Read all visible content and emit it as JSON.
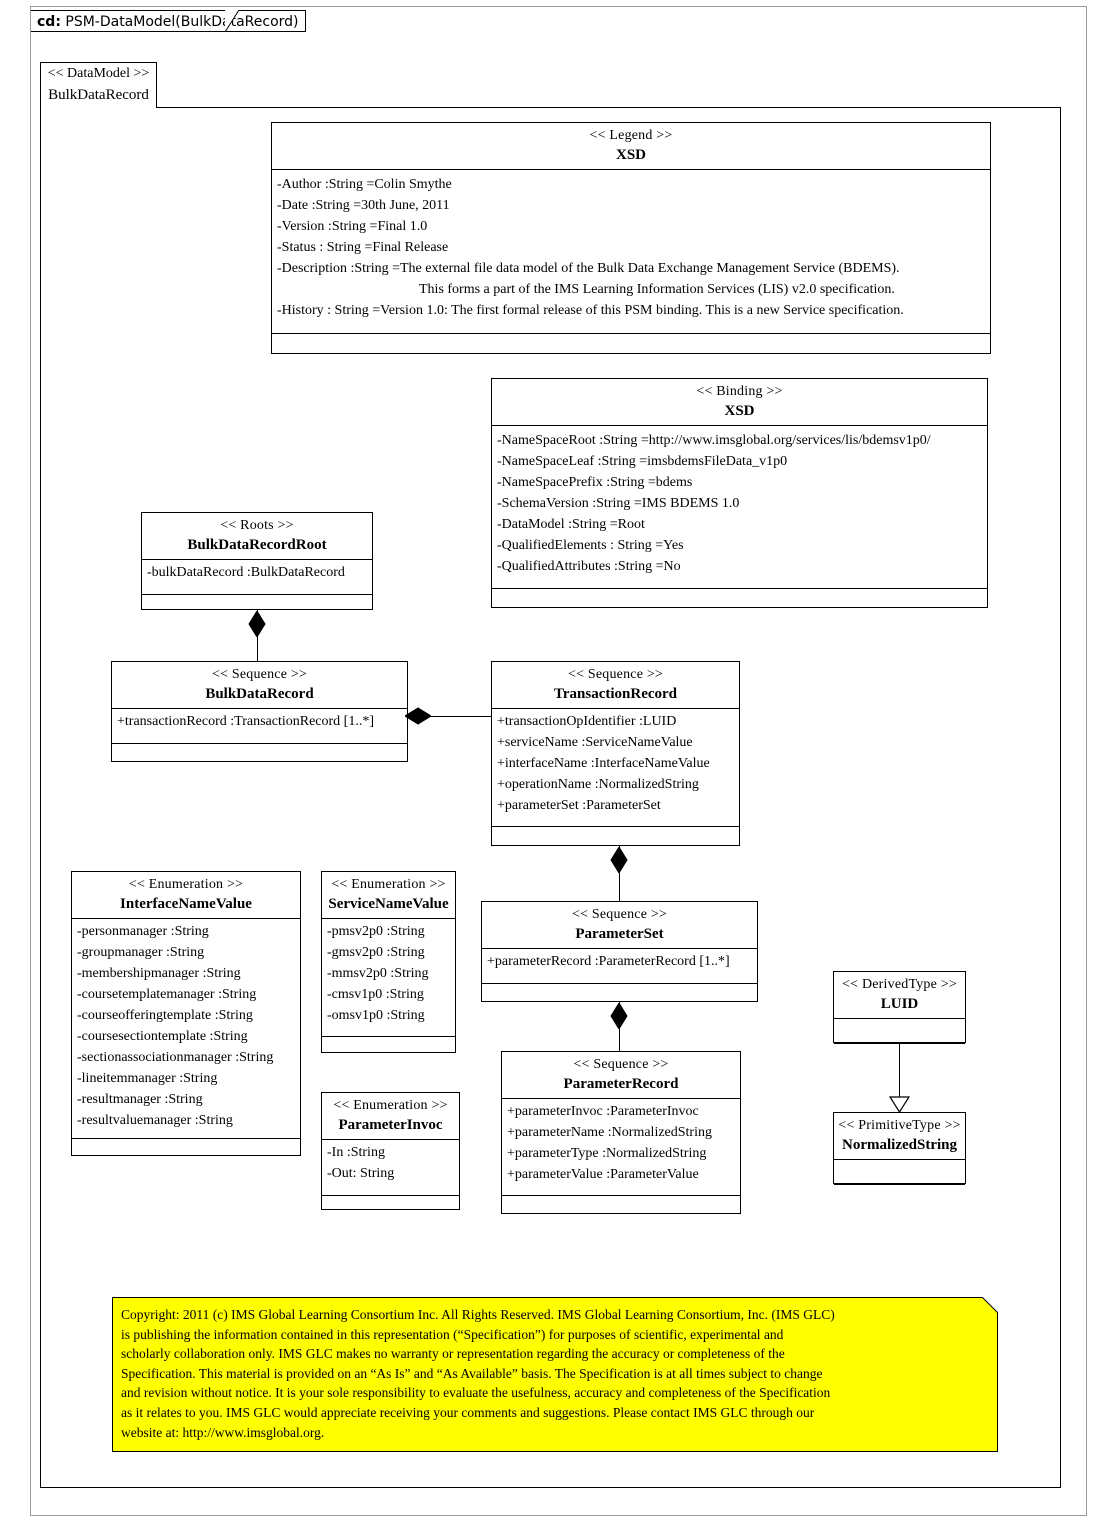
{
  "diagram": {
    "tab_prefix": "cd:",
    "tab_title": "PSM-DataModel(BulkDataRecord)",
    "package": {
      "stereotype": "<< DataModel >>",
      "name": "BulkDataRecord"
    }
  },
  "colors": {
    "note_fill": "#ffff00",
    "line": "#000000",
    "frame": "#9a9a9a"
  },
  "legend": {
    "stereotype": "<< Legend >>",
    "name": "XSD",
    "attributes": [
      "-Author :String =Colin Smythe",
      "-Date :String =30th June, 2011",
      "-Version :String =Final 1.0",
      "-Status : String =Final Release",
      "-Description  :String =The external file data model of the Bulk Data Exchange Management Service (BDEMS).",
      "This forms a part of the IMS Learning Information Services (LIS) v2.0 specification.",
      "-History : String =Version 1.0: The first formal release of this PSM binding.  This is a new Service specification."
    ]
  },
  "binding": {
    "stereotype": "<< Binding  >>",
    "name": "XSD",
    "attributes": [
      "-NameSpaceRoot :String =http://www.imsglobal.org/services/lis/bdemsv1p0/",
      "-NameSpaceLeaf :String =imsbdemsFileData_v1p0",
      "-NameSpacePrefix  :String =bdems",
      "-SchemaVersion  :String =IMS BDEMS 1.0",
      "-DataModel :String =Root",
      "-QualifiedElements    : String =Yes",
      "-QualifiedAttributes    :String =No"
    ]
  },
  "classes": {
    "bulk_data_record_root": {
      "stereotype": "<< Roots >>",
      "name": "BulkDataRecordRoot",
      "attributes": [
        "-bulkDataRecord :BulkDataRecord"
      ]
    },
    "bulk_data_record": {
      "stereotype": "<< Sequence >>",
      "name": "BulkDataRecord",
      "attributes": [
        "+transactionRecord :TransactionRecord  [1..*]"
      ]
    },
    "transaction_record": {
      "stereotype": "<< Sequence >>",
      "name": "TransactionRecord",
      "attributes": [
        "+transactionOpIdentifier   :LUID",
        "+serviceName :ServiceNameValue",
        "+interfaceName :InterfaceNameValue",
        "+operationName :NormalizedString",
        "+parameterSet :ParameterSet"
      ]
    },
    "parameter_set": {
      "stereotype": "<< Sequence >>",
      "name": "ParameterSet",
      "attributes": [
        "+parameterRecord :ParameterRecord [1..*]"
      ]
    },
    "parameter_record": {
      "stereotype": "<< Sequence >>",
      "name": "ParameterRecord",
      "attributes": [
        "+parameterInvoc :ParameterInvoc",
        "+parameterName :NormalizedString",
        "+parameterType :NormalizedString",
        "+parameterValue :ParameterValue"
      ]
    },
    "interface_name_value": {
      "stereotype": "<< Enumeration  >>",
      "name": "InterfaceNameValue",
      "attributes": [
        "-personmanager  :String",
        "-groupmanager  :String",
        "-membershipmanager   :String",
        "-coursetemplatemanager   :String",
        "-courseofferingtemplate    :String",
        "-coursesectiontemplate   :String",
        "-sectionassociationmanager   :String",
        "-lineitemmanager   :String",
        "-resultmanager  :String",
        "-resultvaluemanager   :String"
      ]
    },
    "service_name_value": {
      "stereotype": "<< Enumeration  >>",
      "name": "ServiceNameValue",
      "attributes": [
        "-pmsv2p0 :String",
        "-gmsv2p0 :String",
        "-mmsv2p0 :String",
        "-cmsv1p0 :String",
        "-omsv1p0 :String"
      ]
    },
    "parameter_invoc": {
      "stereotype": "<< Enumeration  >>",
      "name": "ParameterInvoc",
      "attributes": [
        "-In :String",
        "-Out: String"
      ]
    },
    "luid": {
      "stereotype": "<< DerivedType  >>",
      "name": "LUID",
      "attributes": []
    },
    "normalized_string": {
      "stereotype": "<< PrimitiveType   >>",
      "name": "NormalizedString",
      "attributes": []
    }
  },
  "note": {
    "lines": [
      "Copyright: 2011 (c) IMS Global Learning Consortium Inc.  All Rights Reserved.  IMS Global Learning Consortium, Inc. (IMS GLC)",
      "is publishing the information contained in this representation (“Specification”) for purposes of scientific, experimental and",
      "scholarly collaboration only.  IMS GLC makes no warranty or representation regarding  the accuracy or completeness of the",
      "Specification.  This material is provided on an “As Is” and “As Available” basis.  The Specification is at all times subject to change",
      "and revision without notice.  It is your sole responsibility to evaluate the usefulness, accuracy and completeness of the Specification",
      "as it relates to you.  IMS GLC would appreciate receiving your comments and suggestions.  Please contact IMS GLC through our",
      "website at: http://www.imsglobal.org."
    ]
  }
}
